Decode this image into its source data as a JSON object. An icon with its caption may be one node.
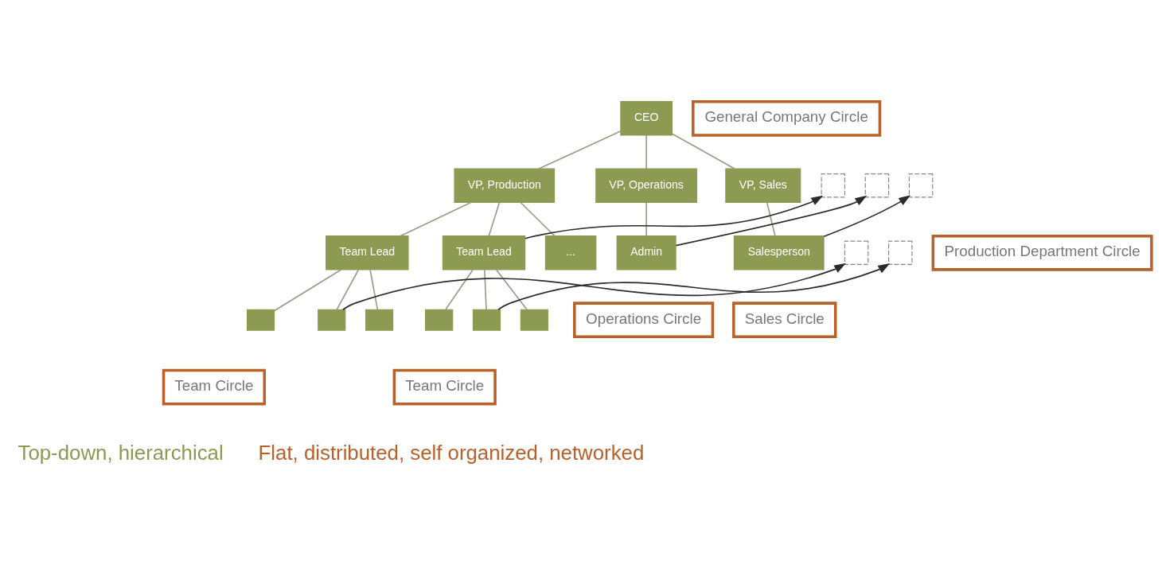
{
  "diagram": {
    "nodes": [
      {
        "text": [
          "CEO"
        ]
      },
      {
        "text": [
          "General Company Circle"
        ]
      },
      {
        "text": [
          "VP, Production"
        ]
      },
      {
        "text": [],
        "shape": "box"
      },
      {
        "text": [
          "VP, Operations"
        ]
      },
      {
        "text": [],
        "shape": "box"
      },
      {
        "text": [
          "VP, Sales"
        ]
      },
      {
        "text": [],
        "shape": "box"
      },
      {
        "text": [
          "Production Department Circle"
        ]
      },
      {
        "text": [
          "Team Lead"
        ]
      },
      {
        "text": [],
        "shape": "box"
      },
      {
        "text": [
          "Team Lead"
        ]
      },
      {
        "text": [],
        "shape": "box"
      },
      {
        "text": [
          "..."
        ]
      },
      {
        "text": [
          "Admin"
        ]
      },
      {
        "text": [
          "Salesperson"
        ]
      },
      {
        "text": [
          "Operations Circle"
        ]
      },
      {
        "text": [
          "Sales Circle"
        ]
      },
      {
        "text": [],
        "shape": "box"
      },
      {
        "text": [],
        "shape": "box"
      },
      {
        "text": [],
        "shape": "box"
      },
      {
        "text": [],
        "shape": "box"
      },
      {
        "text": [],
        "shape": "box"
      },
      {
        "text": [],
        "shape": "box"
      },
      {
        "text": [
          "Team Circle"
        ]
      },
      {
        "text": [
          "Team Circle"
        ]
      }
    ],
    "edges": [
      {
        "from": 0,
        "to": 2,
        "arrow": "none"
      },
      {
        "from": 0,
        "to": 4,
        "arrow": "none"
      },
      {
        "from": 0,
        "to": 6,
        "arrow": "none"
      },
      {
        "from": 2,
        "to": 9,
        "arrow": "none"
      },
      {
        "from": 2,
        "to": 11,
        "arrow": "none"
      },
      {
        "from": 2,
        "to": 13,
        "arrow": "none"
      },
      {
        "from": 4,
        "to": 14,
        "arrow": "none"
      },
      {
        "from": 6,
        "to": 15,
        "arrow": "none"
      },
      {
        "from": 9,
        "to": 18,
        "arrow": "none"
      },
      {
        "from": 9,
        "to": 19,
        "arrow": "none"
      },
      {
        "from": 9,
        "to": 20,
        "arrow": "none"
      },
      {
        "from": 11,
        "to": 21,
        "arrow": "none"
      },
      {
        "from": 11,
        "to": 22,
        "arrow": "none"
      },
      {
        "from": 11,
        "to": 23,
        "arrow": "none"
      },
      {
        "from": 19,
        "to": 10,
        "arrow": "to",
        "color": "#2b2b2b"
      },
      {
        "from": 22,
        "to": 12,
        "arrow": "to",
        "color": "#2b2b2b"
      },
      {
        "from": 11,
        "to": 3,
        "arrow": "to",
        "color": "#2b2b2b"
      },
      {
        "from": 14,
        "to": 5,
        "arrow": "to",
        "color": "#2b2b2b"
      },
      {
        "from": 15,
        "to": 7,
        "arrow": "to",
        "color": "#2b2b2b"
      }
    ],
    "labels": [
      "Top-down, hierarchical",
      "Flat, distributed, self organized, networked"
    ]
  }
}
